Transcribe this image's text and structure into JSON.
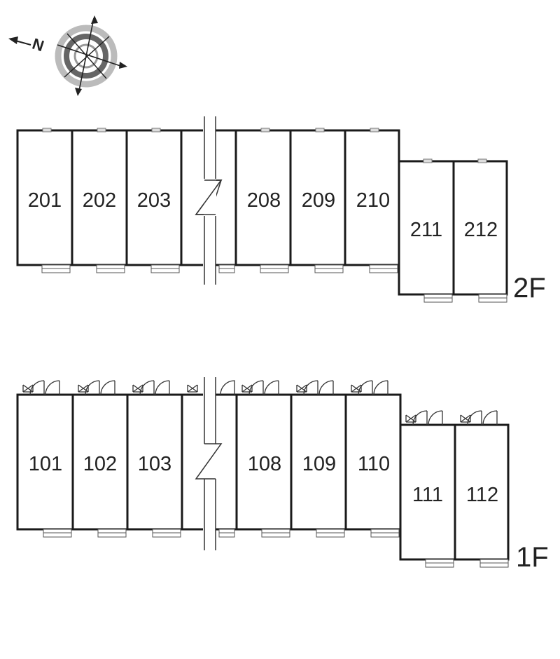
{
  "compass": {
    "north_label": "N",
    "icon": "compass-rose-icon"
  },
  "floors": [
    {
      "label": "2F",
      "units": [
        "201",
        "202",
        "203",
        "208",
        "209",
        "210",
        "211",
        "212"
      ]
    },
    {
      "label": "1F",
      "units": [
        "101",
        "102",
        "103",
        "108",
        "109",
        "110",
        "111",
        "112"
      ]
    }
  ],
  "colors": {
    "wall": "#1a1a1a",
    "line": "#333333",
    "compass_dark": "#666666",
    "compass_light": "#bbbbbb"
  }
}
